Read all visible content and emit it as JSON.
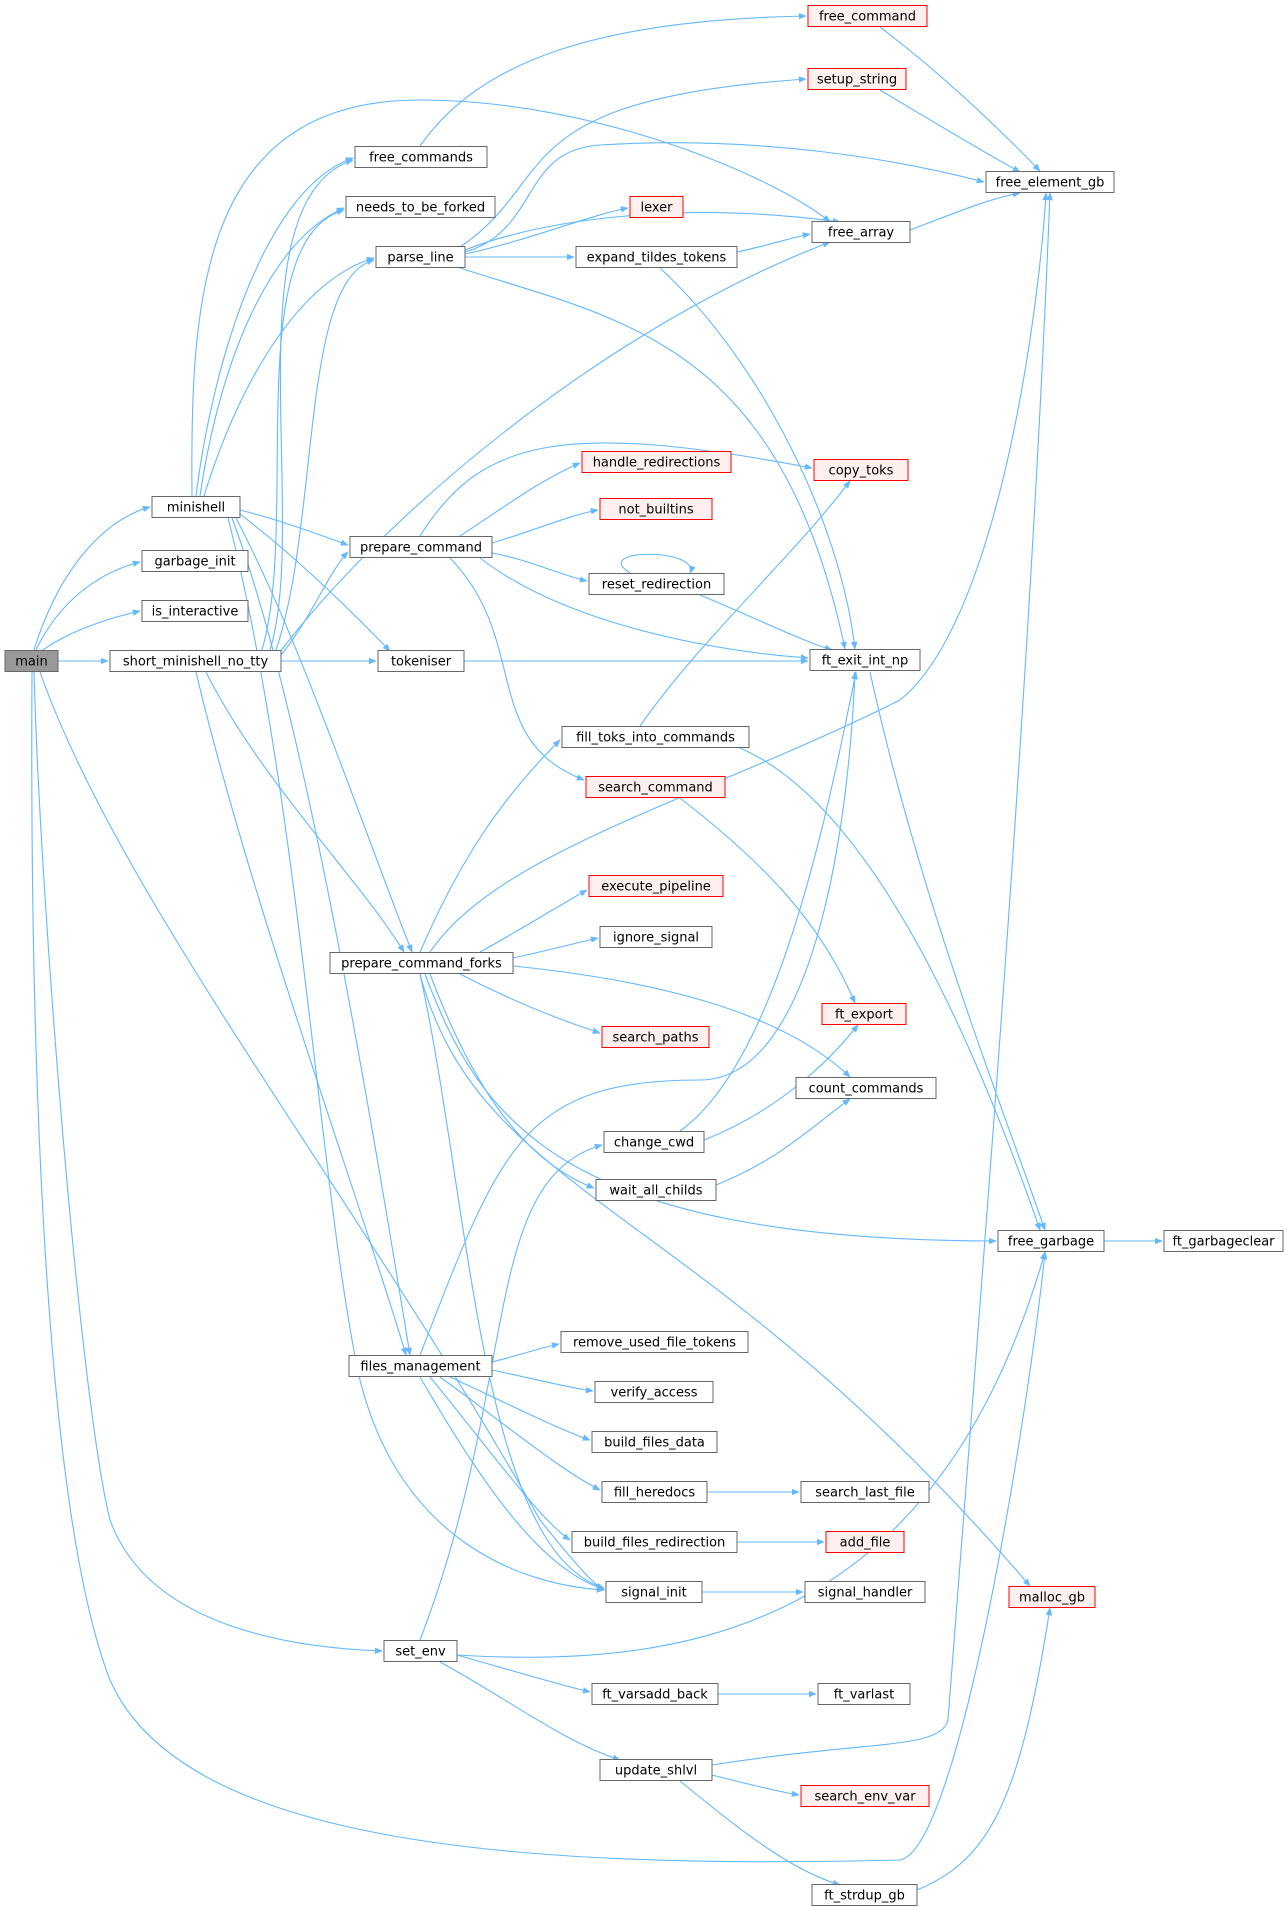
{
  "diagram": {
    "type": "call-graph",
    "root": "main",
    "colors": {
      "edge": "#63b8ff",
      "node_border": "#666666",
      "node_fill": "#ffffff",
      "root_fill": "#999999",
      "root_border": "#666666",
      "truncated_border": "#ff0000",
      "truncated_fill": "#fff0f0",
      "text": "#000000"
    },
    "nodes": [
      {
        "id": "main",
        "label": "main",
        "style": "root"
      },
      {
        "id": "minishell",
        "label": "minishell",
        "style": "normal"
      },
      {
        "id": "garbage_init",
        "label": "garbage_init",
        "style": "normal"
      },
      {
        "id": "is_interactive",
        "label": "is_interactive",
        "style": "normal"
      },
      {
        "id": "short_minishell_no_tty",
        "label": "short_minishell_no_tty",
        "style": "normal"
      },
      {
        "id": "set_env",
        "label": "set_env",
        "style": "normal"
      },
      {
        "id": "free_commands",
        "label": "free_commands",
        "style": "normal"
      },
      {
        "id": "needs_to_be_forked",
        "label": "needs_to_be_forked",
        "style": "normal"
      },
      {
        "id": "parse_line",
        "label": "parse_line",
        "style": "normal"
      },
      {
        "id": "prepare_command",
        "label": "prepare_command",
        "style": "normal"
      },
      {
        "id": "tokeniser",
        "label": "tokeniser",
        "style": "normal"
      },
      {
        "id": "prepare_command_forks",
        "label": "prepare_command_forks",
        "style": "normal"
      },
      {
        "id": "files_management",
        "label": "files_management",
        "style": "normal"
      },
      {
        "id": "free_command",
        "label": "free_command",
        "style": "truncated"
      },
      {
        "id": "setup_string",
        "label": "setup_string",
        "style": "truncated"
      },
      {
        "id": "lexer",
        "label": "lexer",
        "style": "truncated"
      },
      {
        "id": "expand_tildes_tokens",
        "label": "expand_tildes_tokens",
        "style": "normal"
      },
      {
        "id": "handle_redirections",
        "label": "handle_redirections",
        "style": "truncated"
      },
      {
        "id": "not_builtins",
        "label": "not_builtins",
        "style": "truncated"
      },
      {
        "id": "reset_redirection",
        "label": "reset_redirection",
        "style": "normal"
      },
      {
        "id": "fill_toks_into_commands",
        "label": "fill_toks_into_commands",
        "style": "normal"
      },
      {
        "id": "search_command",
        "label": "search_command",
        "style": "truncated"
      },
      {
        "id": "execute_pipeline",
        "label": "execute_pipeline",
        "style": "truncated"
      },
      {
        "id": "ignore_signal",
        "label": "ignore_signal",
        "style": "normal"
      },
      {
        "id": "search_paths",
        "label": "search_paths",
        "style": "truncated"
      },
      {
        "id": "change_cwd",
        "label": "change_cwd",
        "style": "normal"
      },
      {
        "id": "wait_all_childs",
        "label": "wait_all_childs",
        "style": "normal"
      },
      {
        "id": "remove_used_file_tokens",
        "label": "remove_used_file_tokens",
        "style": "normal"
      },
      {
        "id": "verify_access",
        "label": "verify_access",
        "style": "normal"
      },
      {
        "id": "build_files_data",
        "label": "build_files_data",
        "style": "normal"
      },
      {
        "id": "fill_heredocs",
        "label": "fill_heredocs",
        "style": "normal"
      },
      {
        "id": "build_files_redirection",
        "label": "build_files_redirection",
        "style": "normal"
      },
      {
        "id": "signal_init",
        "label": "signal_init",
        "style": "normal"
      },
      {
        "id": "ft_varsadd_back",
        "label": "ft_varsadd_back",
        "style": "normal"
      },
      {
        "id": "update_shlvl",
        "label": "update_shlvl",
        "style": "normal"
      },
      {
        "id": "ft_strdup_gb",
        "label": "ft_strdup_gb",
        "style": "normal"
      },
      {
        "id": "free_array",
        "label": "free_array",
        "style": "normal"
      },
      {
        "id": "copy_toks",
        "label": "copy_toks",
        "style": "truncated"
      },
      {
        "id": "ft_exit_int_np",
        "label": "ft_exit_int_np",
        "style": "normal"
      },
      {
        "id": "ft_export",
        "label": "ft_export",
        "style": "truncated"
      },
      {
        "id": "count_commands",
        "label": "count_commands",
        "style": "normal"
      },
      {
        "id": "search_last_file",
        "label": "search_last_file",
        "style": "normal"
      },
      {
        "id": "add_file",
        "label": "add_file",
        "style": "truncated"
      },
      {
        "id": "signal_handler",
        "label": "signal_handler",
        "style": "normal"
      },
      {
        "id": "ft_varlast",
        "label": "ft_varlast",
        "style": "normal"
      },
      {
        "id": "search_env_var",
        "label": "search_env_var",
        "style": "truncated"
      },
      {
        "id": "free_element_gb",
        "label": "free_element_gb",
        "style": "normal"
      },
      {
        "id": "free_garbage",
        "label": "free_garbage",
        "style": "normal"
      },
      {
        "id": "malloc_gb",
        "label": "malloc_gb",
        "style": "truncated"
      },
      {
        "id": "ft_garbageclear",
        "label": "ft_garbageclear",
        "style": "normal"
      }
    ],
    "edges": [
      [
        "main",
        "minishell"
      ],
      [
        "main",
        "garbage_init"
      ],
      [
        "main",
        "is_interactive"
      ],
      [
        "main",
        "short_minishell_no_tty"
      ],
      [
        "main",
        "set_env"
      ],
      [
        "main",
        "signal_init"
      ],
      [
        "main",
        "free_garbage"
      ],
      [
        "minishell",
        "free_commands"
      ],
      [
        "minishell",
        "needs_to_be_forked"
      ],
      [
        "minishell",
        "parse_line"
      ],
      [
        "minishell",
        "prepare_command"
      ],
      [
        "minishell",
        "tokeniser"
      ],
      [
        "minishell",
        "prepare_command_forks"
      ],
      [
        "minishell",
        "files_management"
      ],
      [
        "minishell",
        "free_array"
      ],
      [
        "minishell",
        "signal_init"
      ],
      [
        "short_minishell_no_tty",
        "free_commands"
      ],
      [
        "short_minishell_no_tty",
        "needs_to_be_forked"
      ],
      [
        "short_minishell_no_tty",
        "parse_line"
      ],
      [
        "short_minishell_no_tty",
        "prepare_command"
      ],
      [
        "short_minishell_no_tty",
        "tokeniser"
      ],
      [
        "short_minishell_no_tty",
        "prepare_command_forks"
      ],
      [
        "short_minishell_no_tty",
        "files_management"
      ],
      [
        "short_minishell_no_tty",
        "free_array"
      ],
      [
        "free_commands",
        "free_command"
      ],
      [
        "parse_line",
        "setup_string"
      ],
      [
        "parse_line",
        "free_element_gb"
      ],
      [
        "parse_line",
        "lexer"
      ],
      [
        "parse_line",
        "expand_tildes_tokens"
      ],
      [
        "parse_line",
        "free_array"
      ],
      [
        "parse_line",
        "ft_exit_int_np"
      ],
      [
        "prepare_command",
        "copy_toks"
      ],
      [
        "prepare_command",
        "handle_redirections"
      ],
      [
        "prepare_command",
        "not_builtins"
      ],
      [
        "prepare_command",
        "reset_redirection"
      ],
      [
        "prepare_command",
        "ft_exit_int_np"
      ],
      [
        "prepare_command",
        "search_command"
      ],
      [
        "tokeniser",
        "ft_exit_int_np"
      ],
      [
        "prepare_command_forks",
        "fill_toks_into_commands"
      ],
      [
        "prepare_command_forks",
        "free_element_gb"
      ],
      [
        "prepare_command_forks",
        "execute_pipeline"
      ],
      [
        "prepare_command_forks",
        "ignore_signal"
      ],
      [
        "prepare_command_forks",
        "search_paths"
      ],
      [
        "prepare_command_forks",
        "count_commands"
      ],
      [
        "prepare_command_forks",
        "wait_all_childs"
      ],
      [
        "prepare_command_forks",
        "free_garbage"
      ],
      [
        "prepare_command_forks",
        "malloc_gb"
      ],
      [
        "prepare_command_forks",
        "signal_init"
      ],
      [
        "files_management",
        "ft_exit_int_np"
      ],
      [
        "files_management",
        "remove_used_file_tokens"
      ],
      [
        "files_management",
        "verify_access"
      ],
      [
        "files_management",
        "build_files_data"
      ],
      [
        "files_management",
        "fill_heredocs"
      ],
      [
        "files_management",
        "build_files_redirection"
      ],
      [
        "files_management",
        "signal_init"
      ],
      [
        "set_env",
        "change_cwd"
      ],
      [
        "set_env",
        "free_garbage"
      ],
      [
        "set_env",
        "ft_varsadd_back"
      ],
      [
        "set_env",
        "update_shlvl"
      ],
      [
        "expand_tildes_tokens",
        "free_array"
      ],
      [
        "expand_tildes_tokens",
        "ft_exit_int_np"
      ],
      [
        "setup_string",
        "free_element_gb"
      ],
      [
        "free_command",
        "free_element_gb"
      ],
      [
        "free_array",
        "free_element_gb"
      ],
      [
        "reset_redirection",
        "reset_redirection"
      ],
      [
        "reset_redirection",
        "ft_exit_int_np"
      ],
      [
        "fill_toks_into_commands",
        "copy_toks"
      ],
      [
        "fill_toks_into_commands",
        "free_garbage"
      ],
      [
        "search_command",
        "ft_export"
      ],
      [
        "change_cwd",
        "ft_exit_int_np"
      ],
      [
        "change_cwd",
        "ft_export"
      ],
      [
        "wait_all_childs",
        "count_commands"
      ],
      [
        "ft_exit_int_np",
        "free_garbage"
      ],
      [
        "fill_heredocs",
        "search_last_file"
      ],
      [
        "build_files_redirection",
        "add_file"
      ],
      [
        "signal_init",
        "signal_handler"
      ],
      [
        "ft_varsadd_back",
        "ft_varlast"
      ],
      [
        "update_shlvl",
        "free_element_gb"
      ],
      [
        "update_shlvl",
        "search_env_var"
      ],
      [
        "update_shlvl",
        "ft_strdup_gb"
      ],
      [
        "ft_strdup_gb",
        "malloc_gb"
      ],
      [
        "free_garbage",
        "ft_garbageclear"
      ]
    ]
  }
}
